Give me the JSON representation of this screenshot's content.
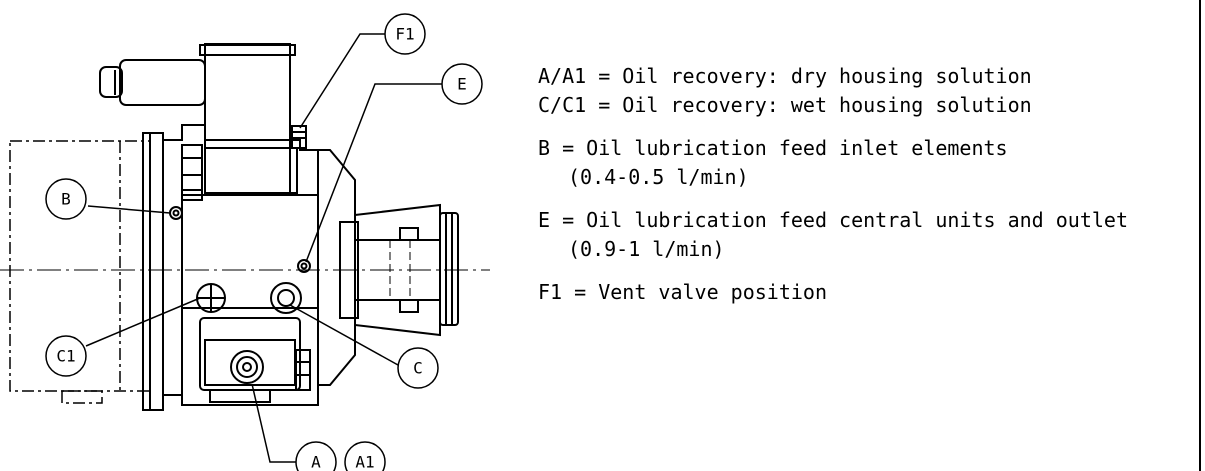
{
  "callouts": {
    "F1": "F1",
    "E": "E",
    "B": "B",
    "C1": "C1",
    "C": "C",
    "A": "A",
    "A1": "A1"
  },
  "legend": {
    "lines": [
      "A/A1 = Oil recovery: dry housing solution",
      "C/C1 = Oil recovery: wet housing solution",
      "B = Oil lubrication feed inlet elements",
      "(0.4-0.5 l/min)",
      "E = Oil lubrication feed central units and outlet",
      "(0.9-1 l/min)",
      "F1 = Vent valve position"
    ]
  }
}
